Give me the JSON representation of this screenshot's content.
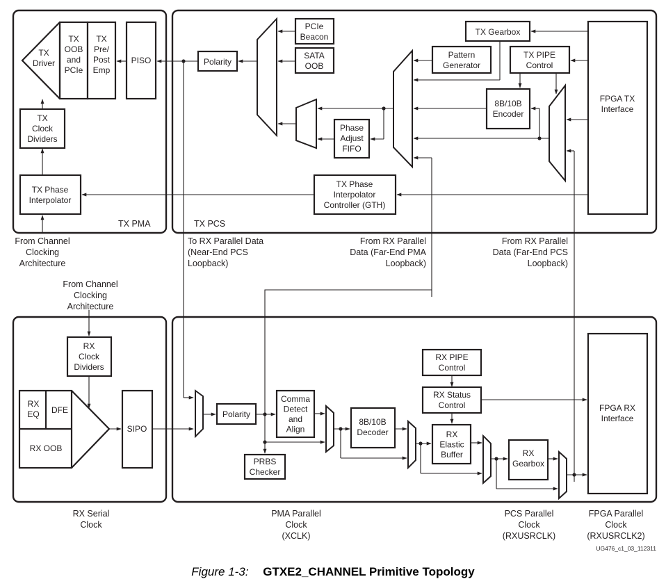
{
  "figure": {
    "number": "Figure 1-3:",
    "title": "GTXE2_CHANNEL Primitive Topology",
    "id_code": "UG476_c1_03_112311"
  },
  "panels": {
    "tx_pma": "TX PMA",
    "tx_pcs": "TX PCS"
  },
  "tx_pma_blocks": {
    "tx_driver": [
      "TX",
      "Driver"
    ],
    "tx_oob_pcie": [
      "TX",
      "OOB",
      "and",
      "PCIe"
    ],
    "tx_pre_post_emp": [
      "TX",
      "Pre/",
      "Post",
      "Emp"
    ],
    "piso": [
      "PISO"
    ],
    "tx_clock_dividers": [
      "TX",
      "Clock",
      "Dividers"
    ],
    "tx_phase_interpolator": [
      "TX Phase",
      "Interpolator"
    ]
  },
  "tx_pcs_blocks": {
    "polarity": [
      "Polarity"
    ],
    "pcie_beacon": [
      "PCIe",
      "Beacon"
    ],
    "sata_oob": [
      "SATA",
      "OOB"
    ],
    "phase_adjust_fifo": [
      "Phase",
      "Adjust",
      "FIFO"
    ],
    "pattern_generator": [
      "Pattern",
      "Generator"
    ],
    "tx_gearbox": [
      "TX Gearbox"
    ],
    "tx_pipe_control": [
      "TX PIPE",
      "Control"
    ],
    "encoder_8b10b": [
      "8B/10B",
      "Encoder"
    ],
    "fpga_tx_interface": [
      "FPGA TX",
      "Interface"
    ],
    "tx_phase_interp_controller": [
      "TX Phase",
      "Interpolator",
      "Controller (GTH)"
    ]
  },
  "rx_pma_blocks": {
    "rx_clock_dividers": [
      "RX",
      "Clock",
      "Dividers"
    ],
    "rx_eq": [
      "RX",
      "EQ"
    ],
    "dfe": [
      "DFE"
    ],
    "rx_oob": [
      "RX OOB"
    ],
    "sipo": [
      "SIPO"
    ]
  },
  "rx_pcs_blocks": {
    "polarity": [
      "Polarity"
    ],
    "comma_detect_align": [
      "Comma",
      "Detect",
      "and",
      "Align"
    ],
    "prbs_checker": [
      "PRBS",
      "Checker"
    ],
    "decoder_8b10b": [
      "8B/10B",
      "Decoder"
    ],
    "rx_pipe_control": [
      "RX PIPE",
      "Control"
    ],
    "rx_status_control": [
      "RX Status",
      "Control"
    ],
    "rx_elastic_buffer": [
      "RX",
      "Elastic",
      "Buffer"
    ],
    "rx_gearbox": [
      "RX",
      "Gearbox"
    ],
    "fpga_rx_interface": [
      "FPGA RX",
      "Interface"
    ]
  },
  "annotations": {
    "from_channel_clocking_tx": [
      "From Channel",
      "Clocking",
      "Architecture"
    ],
    "from_channel_clocking_rx": [
      "From Channel",
      "Clocking",
      "Architecture"
    ],
    "to_rx_parallel_data": [
      "To RX Parallel Data",
      "(Near-End PCS",
      "Loopback)"
    ],
    "from_rx_far_end_pma": [
      "From RX Parallel",
      "Data (Far-End PMA",
      "Loopback)"
    ],
    "from_rx_far_end_pcs": [
      "From RX Parallel",
      "Data (Far-End PCS",
      "Loopback)"
    ]
  },
  "clock_domains": {
    "rx_serial": [
      "RX Serial",
      "Clock"
    ],
    "pma_parallel": [
      "PMA Parallel",
      "Clock",
      "(XCLK)"
    ],
    "pcs_parallel": [
      "PCS Parallel",
      "Clock",
      "(RXUSRCLK)"
    ],
    "fpga_parallel": [
      "FPGA Parallel",
      "Clock",
      "(RXUSRCLK2)"
    ]
  }
}
